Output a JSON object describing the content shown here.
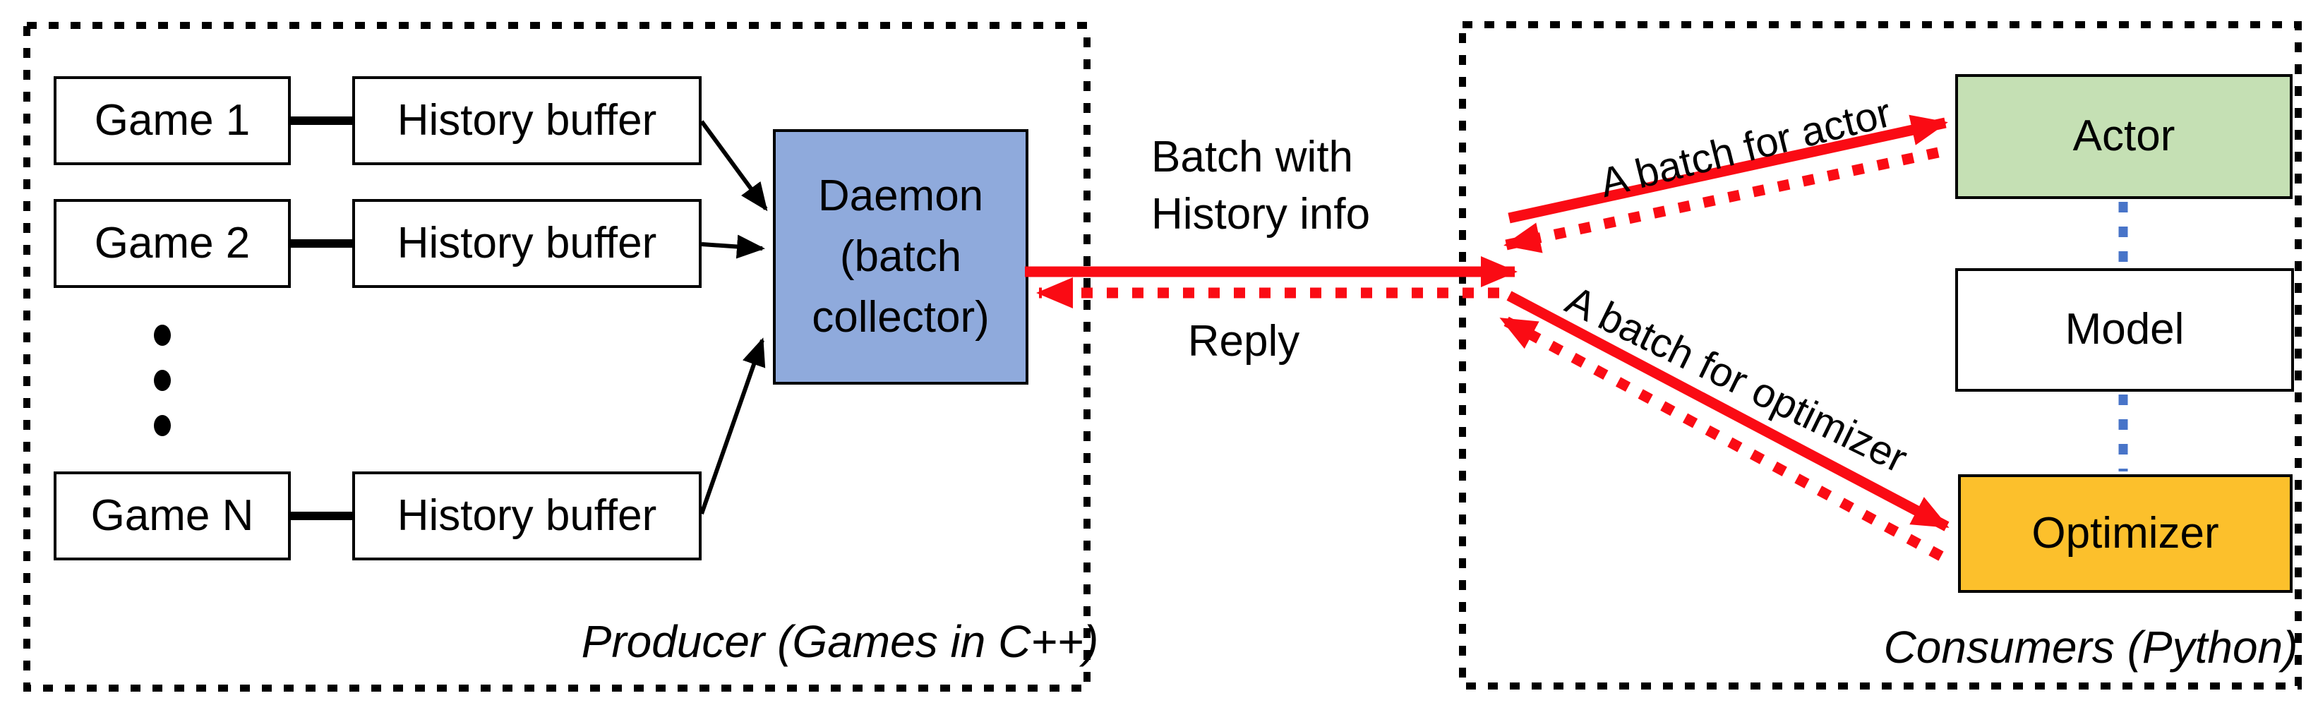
{
  "diagram": {
    "producer": {
      "section_label": "Producer (Games in C++)",
      "rows": [
        {
          "game": "Game 1",
          "buffer": "History buffer"
        },
        {
          "game": "Game 2",
          "buffer": "History buffer"
        },
        {
          "game": "Game N",
          "buffer": "History buffer"
        }
      ],
      "daemon": {
        "lines": [
          "Daemon",
          "(batch",
          "collector)"
        ]
      }
    },
    "channel": {
      "request_label": [
        "Batch with",
        "History info"
      ],
      "reply_label": "Reply"
    },
    "consumers": {
      "section_label": "Consumers (Python)",
      "actor_label": "Actor",
      "model_label": "Model",
      "optimizer_label": "Optimizer",
      "batch_for_actor_label": "A batch for actor",
      "batch_for_optimizer_label": "A batch for optimizer"
    },
    "colors": {
      "daemon_fill": "#8FAADC",
      "actor_fill": "#C5E0B4",
      "optimizer_fill": "#FCC02C",
      "arrow_red": "#FA0B14",
      "model_link_blue": "#4874C8",
      "outline_black": "#000000"
    }
  }
}
